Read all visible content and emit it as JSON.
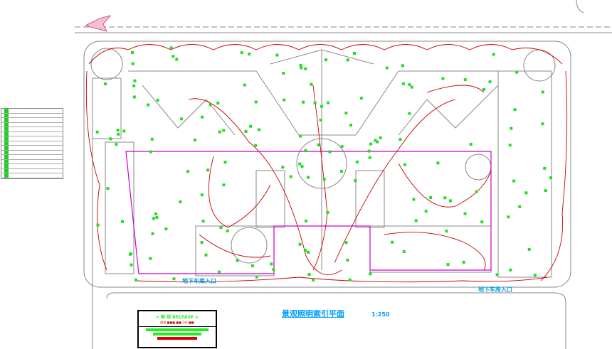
{
  "drawing": {
    "title": "景观照明索引平面",
    "scale": "1:250",
    "entrance_labels": [
      "地下车库入口",
      "地下车库入口"
    ],
    "colors": {
      "cable": "#cc0000",
      "fixture": "#22dd22",
      "boundary": "#cc00cc",
      "outline": "#808080",
      "annotation": "#00a0e0"
    }
  },
  "stamp": {
    "header": "= 图 纸  RELEASE =",
    "subline": "图纸 ■■■  ■■ 242 ■■"
  },
  "legend": {
    "rows": 15
  }
}
